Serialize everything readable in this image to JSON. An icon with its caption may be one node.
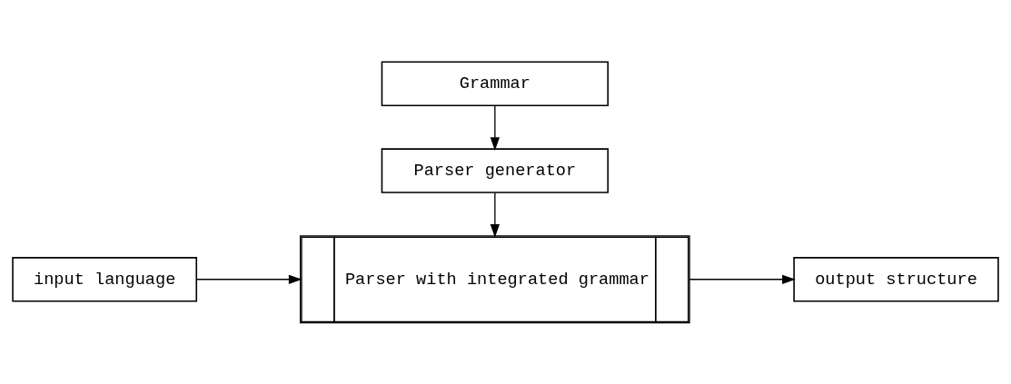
{
  "diagram": {
    "nodes": [
      {
        "text": [
          "Grammar"
        ]
      },
      {
        "text": [
          "Parser generator"
        ]
      },
      {
        "text": [
          "Parser with integrated grammar"
        ]
      },
      {
        "text": [
          "input language"
        ]
      },
      {
        "text": [
          "output structure"
        ]
      }
    ],
    "edges": [
      {
        "from": 0,
        "to": 1,
        "arrow": "to"
      },
      {
        "from": 1,
        "to": 2,
        "arrow": "to"
      },
      {
        "from": 3,
        "to": 2,
        "arrow": "to"
      },
      {
        "from": 2,
        "to": 4,
        "arrow": "to"
      }
    ]
  }
}
